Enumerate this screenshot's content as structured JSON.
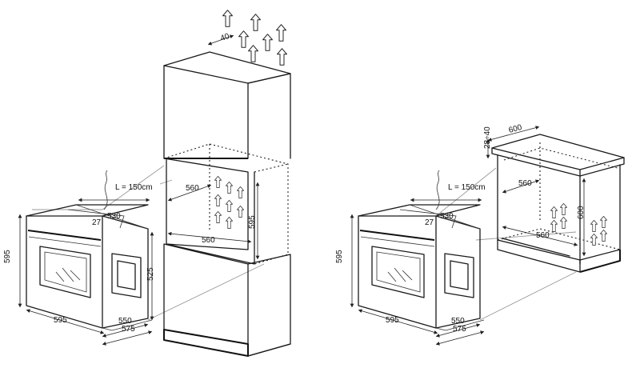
{
  "left_oven": {
    "height": "595",
    "width": "595",
    "depth_550": "550",
    "depth_575": "575",
    "side_height": "525",
    "top_530": "530",
    "top_27": "27",
    "cable": "L = 150cm"
  },
  "tall_cabinet": {
    "gap_top": "40",
    "niche_depth": "560",
    "niche_width": "560",
    "niche_height": "595"
  },
  "right_oven": {
    "height": "595",
    "width": "595",
    "depth_550": "550",
    "depth_575": "575",
    "top_530": "530",
    "top_27": "27",
    "cable": "L = 150cm"
  },
  "base_cabinet": {
    "worktop_depth": "600",
    "worktop_thickness": "28÷40",
    "niche_depth": "560",
    "niche_width": "560",
    "niche_height": "600"
  }
}
